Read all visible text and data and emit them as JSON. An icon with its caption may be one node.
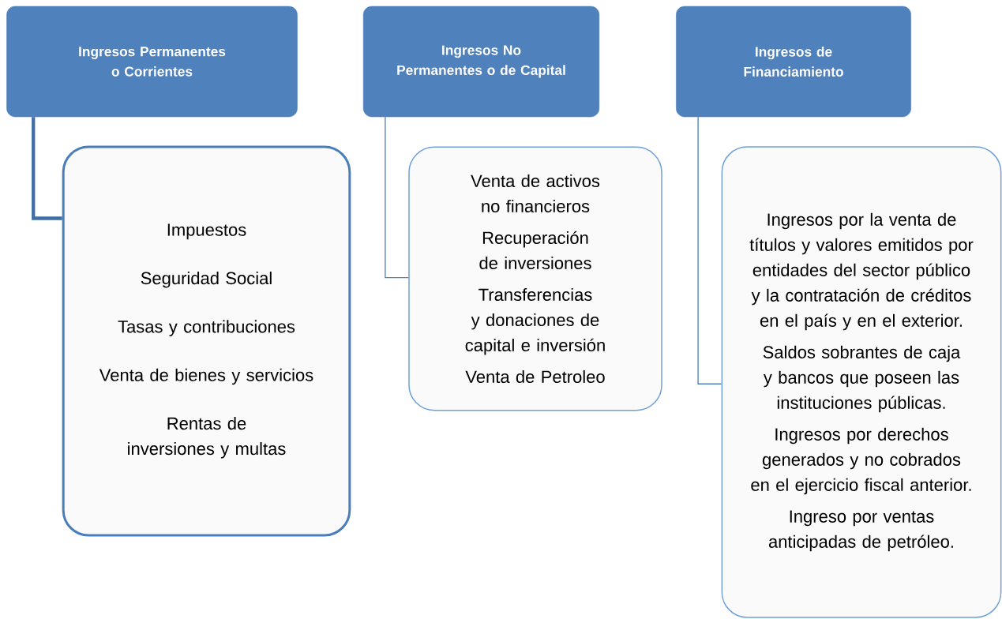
{
  "diagram": {
    "nodes": [
      {
        "text": [
          "Ingresos Permanentes o Corrientes"
        ]
      },
      {
        "text": [
          "Impuestos",
          "Seguridad Social",
          "Tasas y contribuciones",
          "Venta de bienes y servicios",
          "Rentas de inversiones y multas"
        ]
      },
      {
        "text": [
          "Ingresos No Permanentes o de Capital"
        ]
      },
      {
        "text": [
          "Venta de activos no financieros",
          "Recuperación de inversiones",
          "Transferencias y donaciones de capital e inversión",
          "Venta de Petroleo"
        ]
      },
      {
        "text": [
          "Ingresos de Financiamiento"
        ]
      },
      {
        "text": [
          "Ingresos por la venta de títulos y valores emitidos por entidades del sector público y la contratación de créditos en el país y en el exterior.",
          "Saldos sobrantes de caja y bancos que poseen las instituciones públicas.",
          "Ingresos por derechos generados y no cobrados en el ejercicio fiscal anterior.",
          "Ingreso por ventas anticipadas de petróleo."
        ]
      }
    ],
    "edges": [
      {
        "from": 0,
        "to": 1,
        "arrow": "none",
        "style": "thick",
        "color": "#3f6ea6"
      },
      {
        "from": 2,
        "to": 3,
        "arrow": "none"
      },
      {
        "from": 4,
        "to": 5,
        "arrow": "none"
      }
    ]
  }
}
